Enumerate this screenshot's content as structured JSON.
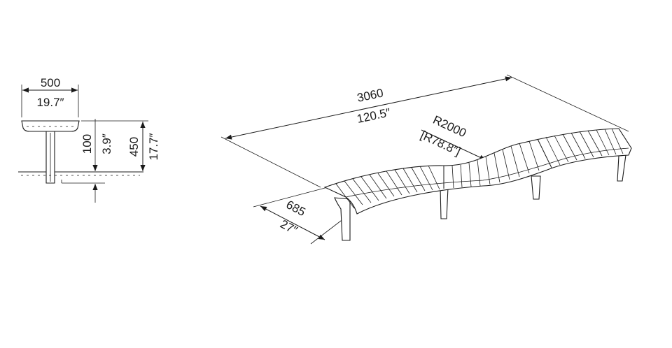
{
  "section_view": {
    "width_mm": "500",
    "width_in": "19.7″",
    "depth_mm": "100",
    "depth_in": "3.9″",
    "height_mm": "450",
    "height_in": "17.7″"
  },
  "bench_view": {
    "length_mm": "3060",
    "length_in": "120.5″",
    "radius_mm": "R2000",
    "radius_in": "[R78.8″]",
    "seat_depth_mm": "685",
    "seat_depth_in": "27″"
  },
  "colors": {
    "line": "#1a1a1a",
    "background": "#ffffff"
  }
}
